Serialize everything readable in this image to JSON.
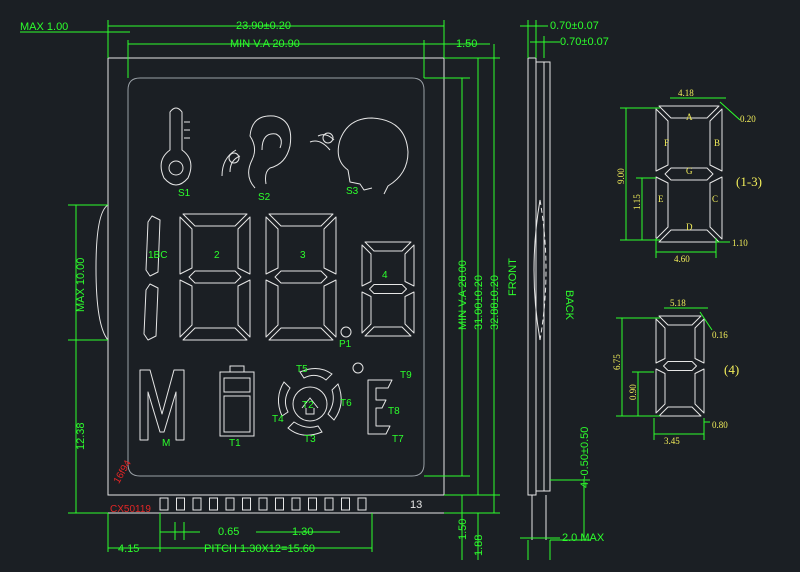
{
  "dimensions": {
    "max_1_00": "MAX  1.00",
    "width_23_90": "23.90±0.20",
    "min_va_20_90": "MIN  V.A  20.90",
    "right_1_50": "1.50",
    "max_10_00": "MAX  10.00",
    "left_12_38": "12.38",
    "min_va_28_00": "MIN  V.A  28.00",
    "h_31_00": "31.00±0.20",
    "h_32_88": "32.88±0.20",
    "bottom_1_50": "1.50",
    "bottom_1_88": "1.88",
    "left_4_15": "4.15",
    "pin_0_65": "0.65",
    "pitch_1_30": "1.30",
    "pitch_text": "PITCH  1.30X12=15.60",
    "thick_top": "0.70±0.07",
    "thick_second": "0.70±0.07",
    "pin_len": "4~0.50±0.50",
    "thick_max": "2.0  MAX"
  },
  "views": {
    "front": "FRONT",
    "back": "BACK"
  },
  "icons": {
    "s1": "S1",
    "s2": "S2",
    "s3": "S3",
    "one_bc": "1BC",
    "d2": "2",
    "d3": "3",
    "d4": "4",
    "p1": "P1",
    "m": "M",
    "t1": "T1",
    "t2": "T2",
    "t3": "T3",
    "t4": "T4",
    "t5": "T5",
    "t6": "T6",
    "t7": "T7",
    "t8": "T8",
    "t9": "T9"
  },
  "part": {
    "pin_one": "16f94",
    "code": "CX50119",
    "pin_last": "13"
  },
  "detail_13": {
    "segments": [
      "A",
      "B",
      "C",
      "D",
      "E",
      "F",
      "G"
    ],
    "caption": "(1-3)",
    "dim_top": "4.18",
    "dim_stroke": "0.20",
    "dim_height": "9.00",
    "dim_gap": "1.15",
    "dim_width": "4.60",
    "dim_tail": "1.10"
  },
  "detail_4": {
    "caption": "(4)",
    "dim_top": "5.18",
    "dim_stroke": "0.16",
    "dim_height": "6.75",
    "dim_gap": "0.90",
    "dim_width": "3.45",
    "dim_tail": "0.80"
  }
}
